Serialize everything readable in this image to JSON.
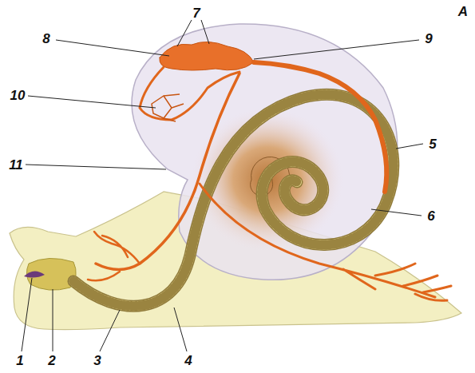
{
  "diagram": {
    "labels": [
      "A",
      "7",
      "8",
      "9",
      "10",
      "5",
      "11",
      "6",
      "1",
      "2",
      "3",
      "4"
    ]
  }
}
